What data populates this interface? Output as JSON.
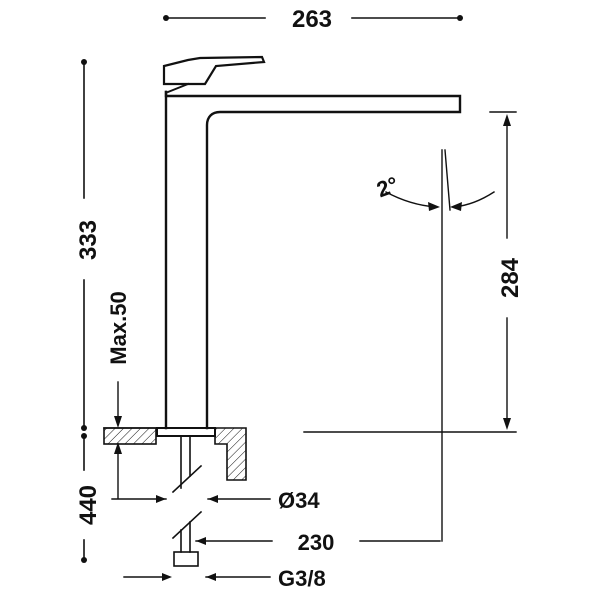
{
  "dimensions": {
    "overall_width": "263",
    "overall_height": "333",
    "spout_height": "284",
    "max_thickness": "Max.50",
    "hose_length": "440",
    "spout_reach": "230",
    "shank_diameter": "Ø34",
    "connection_thread": "G3/8",
    "angle": "2°"
  },
  "colors": {
    "line": "#111111",
    "background": "#ffffff"
  }
}
